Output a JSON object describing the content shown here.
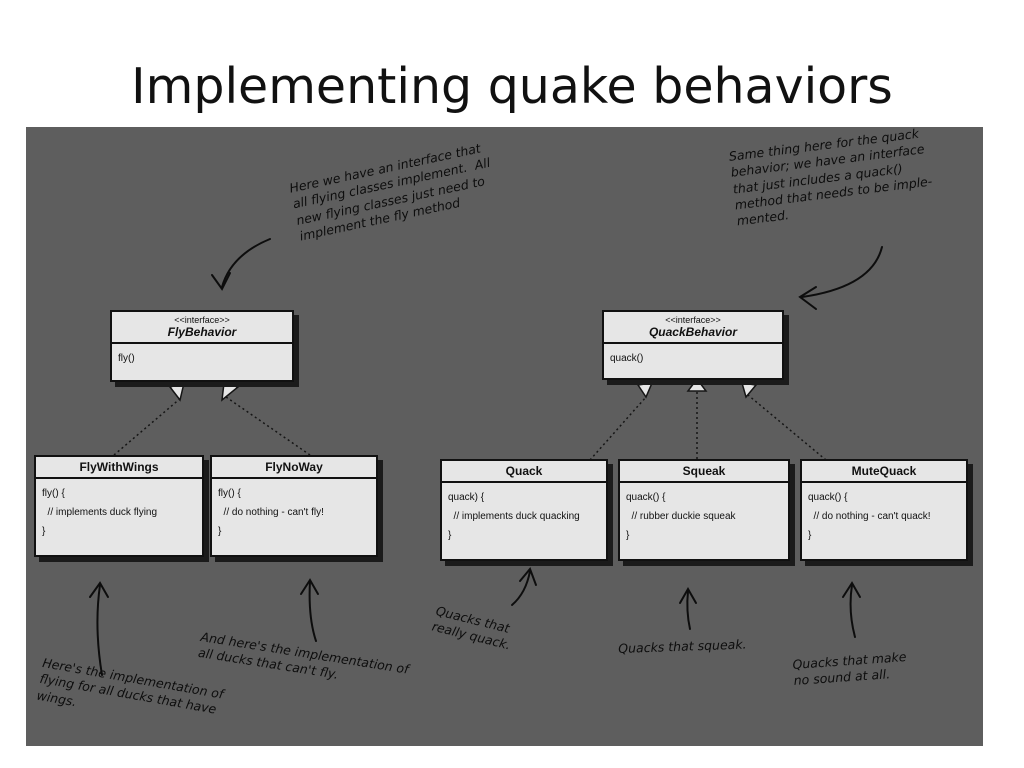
{
  "title": "Implementing quake behaviors",
  "interfaces": {
    "fly": {
      "stereotype": "<<interface>>",
      "name": "FlyBehavior",
      "method": "fly()"
    },
    "quack": {
      "stereotype": "<<interface>>",
      "name": "QuackBehavior",
      "method": "quack()"
    }
  },
  "classes": {
    "fly_with_wings": {
      "name": "FlyWithWings",
      "body": "fly() {\n  // implements duck flying\n}"
    },
    "fly_no_way": {
      "name": "FlyNoWay",
      "body": "fly() {\n  // do nothing - can't fly!\n}"
    },
    "quack": {
      "name": "Quack",
      "body": "quack) {\n  // implements duck quacking\n}"
    },
    "squeak": {
      "name": "Squeak",
      "body": "quack() {\n  // rubber duckie squeak\n}"
    },
    "mute_quack": {
      "name": "MuteQuack",
      "body": "quack() {\n  // do nothing - can't quack!\n}"
    }
  },
  "notes": {
    "fly_interface": "Here we have an interface that\nall flying classes implement.  All\nnew flying classes just need to\nimplement the fly method",
    "quack_interface": "Same thing here for the quack\nbehavior; we have an interface\nthat just includes a quack()\nmethod that needs to be imple-\nmented.",
    "fly_with_wings": "Here's the implementation of\nflying for all ducks that have\nwings.",
    "fly_no_way": "And here's the implementation of\nall ducks that can't fly.",
    "quack": "Quacks that\nreally quack.",
    "squeak": "Quacks that squeak.",
    "mute": "Quacks that make\nno sound at all."
  },
  "colors": {
    "background": "#5e5e5e",
    "box": "#e6e6e6",
    "ink": "#111111"
  }
}
